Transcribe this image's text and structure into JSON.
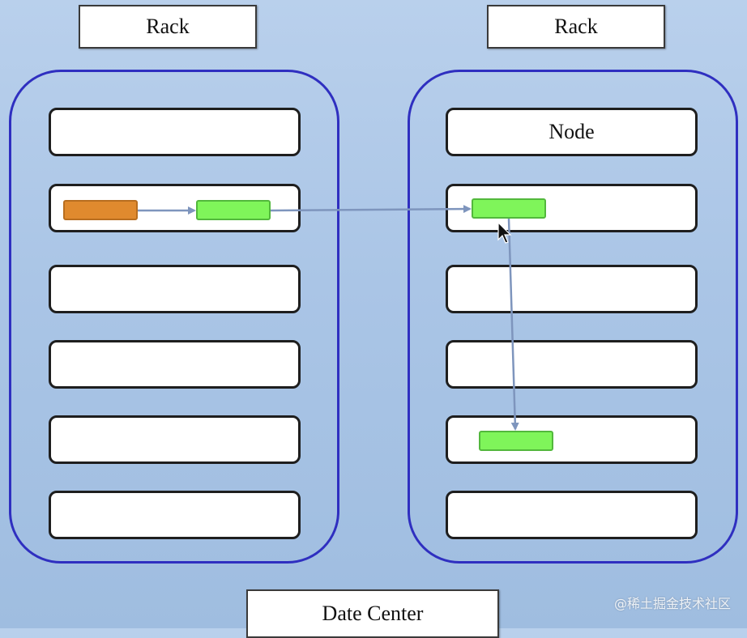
{
  "racks": [
    {
      "label": "Rack",
      "nodes": [
        {
          "label": ""
        },
        {
          "label": ""
        },
        {
          "label": ""
        },
        {
          "label": ""
        },
        {
          "label": ""
        },
        {
          "label": ""
        }
      ]
    },
    {
      "label": "Rack",
      "nodes": [
        {
          "label": "Node"
        },
        {
          "label": ""
        },
        {
          "label": ""
        },
        {
          "label": ""
        },
        {
          "label": ""
        },
        {
          "label": ""
        }
      ]
    }
  ],
  "datacenter": {
    "label": "Date Center"
  },
  "watermark": "@稀土掘金技术社区",
  "colors": {
    "rack_border": "#2f2fc0",
    "primary_replica": "#e08a2e",
    "replica": "#7ff55a",
    "arrow": "#7e95bd"
  }
}
